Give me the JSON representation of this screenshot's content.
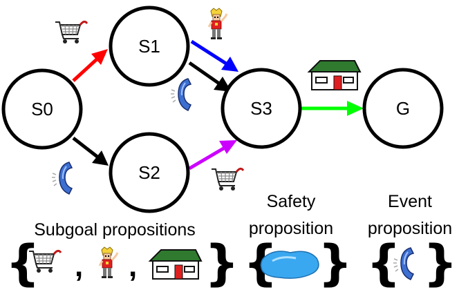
{
  "nodes": {
    "s0": {
      "label": "S0"
    },
    "s1": {
      "label": "S1"
    },
    "s2": {
      "label": "S2"
    },
    "s3": {
      "label": "S3"
    },
    "g": {
      "label": "G"
    }
  },
  "captions": {
    "subgoal": "Subgoal propositions",
    "safety_line1": "Safety",
    "safety_line2": "proposition",
    "event_line1": "Event",
    "event_line2": "proposition"
  },
  "symbols": {
    "open_brace": "{",
    "close_brace": "}",
    "comma": ","
  },
  "icons": [
    "shopping-cart-icon",
    "person-waving-icon",
    "house-icon",
    "telephone-handset-icon",
    "water-puddle-icon"
  ],
  "colors": {
    "edge_s0_s1": "#ff0000",
    "edge_s0_s2": "#000000",
    "edge_s1_s3_blue": "#0000ff",
    "edge_s1_s3_black": "#000000",
    "edge_s2_s3": "#cc00ff",
    "edge_s3_g": "#00ff00",
    "puddle": "#3aa8f0"
  }
}
